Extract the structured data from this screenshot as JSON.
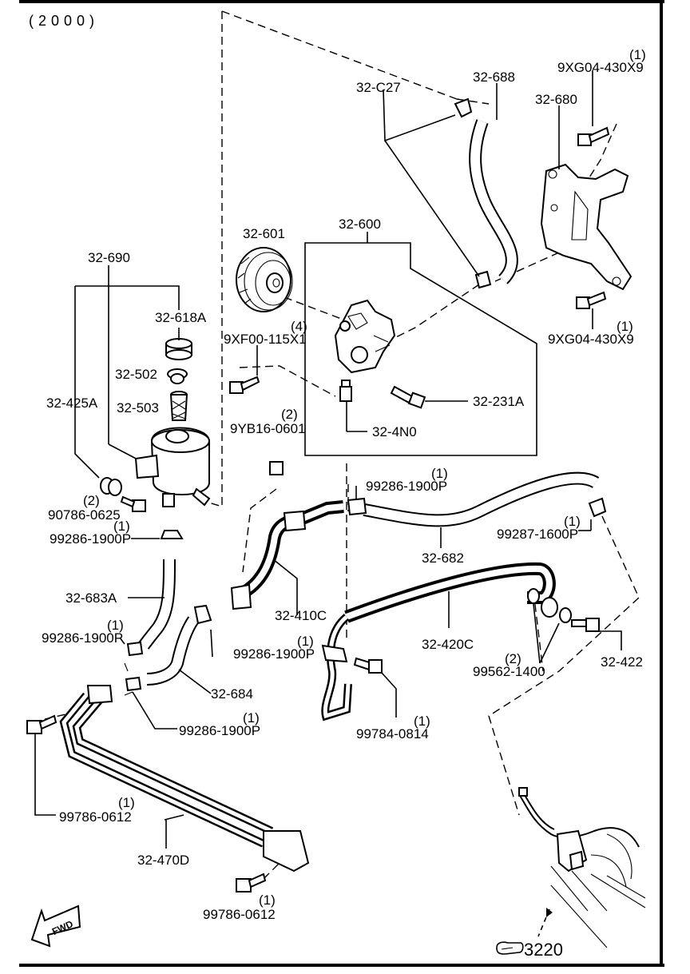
{
  "diagram": {
    "year_header": "(2000)",
    "reference": "3220",
    "fwd_label": "FWD",
    "parts": {
      "p_32_C27": "32-C27",
      "p_32_688": "32-688",
      "p_9XG_top_qty": "(1)",
      "p_9XG_top": "9XG04-430X9",
      "p_32_680": "32-680",
      "p_32_690": "32-690",
      "p_32_601": "32-601",
      "p_32_600": "32-600",
      "p_32_618A": "32-618A",
      "p_9XF_qty": "(4)",
      "p_9XF": "9XF00-115X1",
      "p_9XG_bot_qty": "(1)",
      "p_9XG_bot": "9XG04-430X9",
      "p_32_502": "32-502",
      "p_32_503": "32-503",
      "p_32_425A": "32-425A",
      "p_32_231A": "32-231A",
      "p_9YB_qty": "(2)",
      "p_9YB": "9YB16-0601",
      "p_32_4N0": "32-4N0",
      "p_90786_qty": "(2)",
      "p_90786": "90786-0625",
      "p_99286_a_qty": "(1)",
      "p_99286_a": "99286-1900P",
      "p_99286_b_qty": "(1)",
      "p_99286_b": "99286-1900P",
      "p_99287_qty": "(1)",
      "p_99287": "99287-1600P",
      "p_32_682": "32-682",
      "p_32_683A": "32-683A",
      "p_32_410C": "32-410C",
      "p_99286_c_qty": "(1)",
      "p_99286_c": "99286-1900P",
      "p_32_420C": "32-420C",
      "p_99286_d_qty": "(1)",
      "p_99286_d": "99286-1900P",
      "p_32_422": "32-422",
      "p_99562_qty": "(2)",
      "p_99562": "99562-1400",
      "p_32_684": "32-684",
      "p_99286_e_qty": "(1)",
      "p_99286_e": "99286-1900P",
      "p_99784_qty": "(1)",
      "p_99784": "99784-0814",
      "p_99786_a_qty": "(1)",
      "p_99786_a": "99786-0612",
      "p_32_470D": "32-470D",
      "p_99786_b_qty": "(1)",
      "p_99786_b": "99786-0612"
    }
  }
}
